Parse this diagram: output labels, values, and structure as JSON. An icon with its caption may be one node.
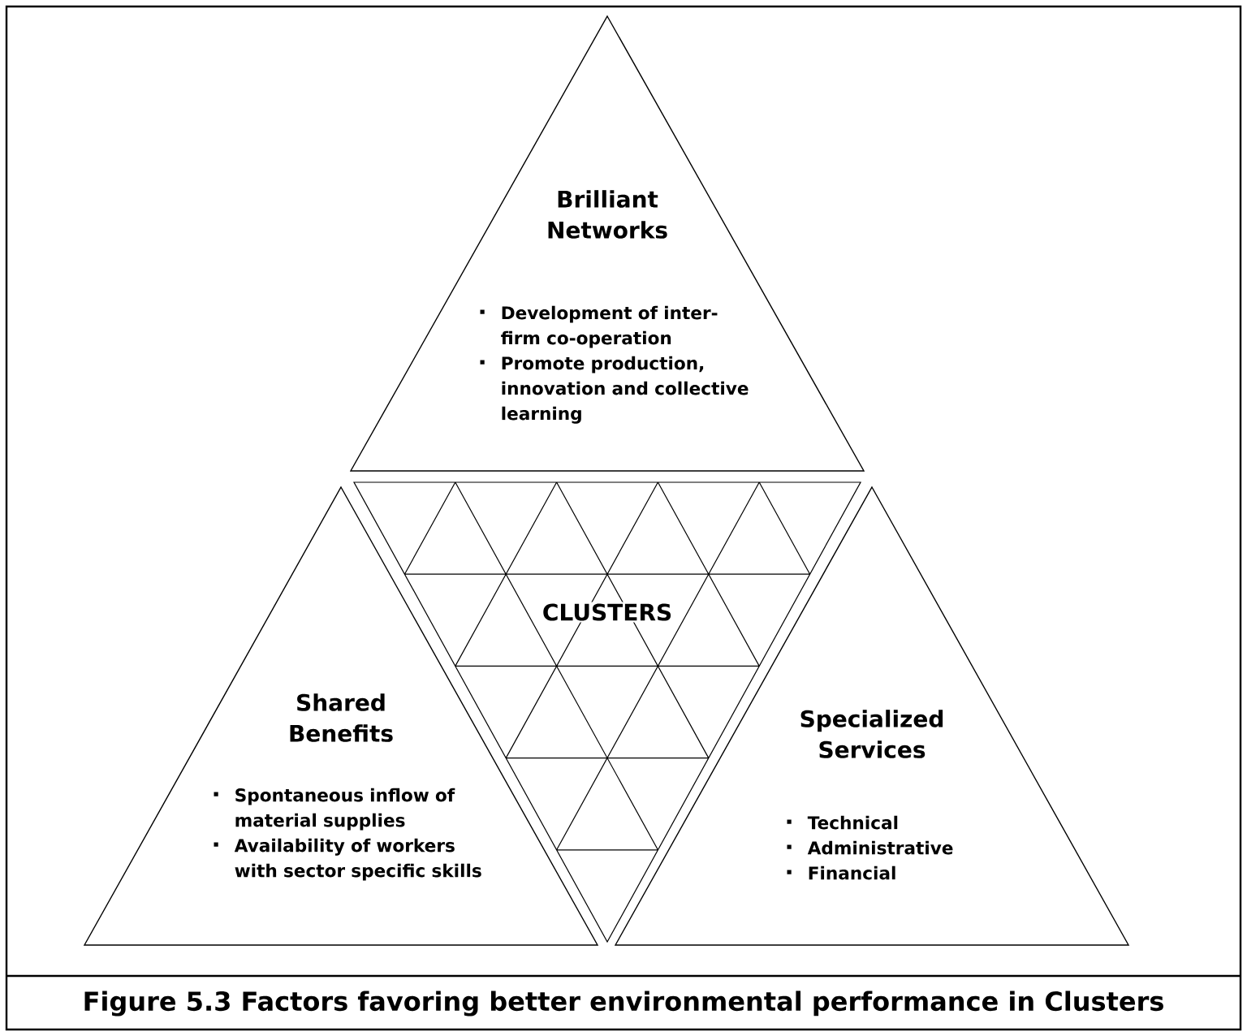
{
  "diagram": {
    "caption": "Figure 5.3 Factors favoring better environmental performance in Clusters",
    "nodes": [
      {
        "text": [
          "Brilliant Networks",
          "Development of inter-firm co-operation",
          "Promote production, innovation and collective learning"
        ]
      },
      {
        "text": [
          "Shared Benefits",
          "Spontaneous inflow of material supplies",
          "Availability of workers with sector specific skills"
        ]
      },
      {
        "text": [
          "CLUSTERS"
        ]
      },
      {
        "text": [
          "Specialized Services",
          "Technical",
          "Administrative",
          "Financial"
        ]
      }
    ]
  }
}
